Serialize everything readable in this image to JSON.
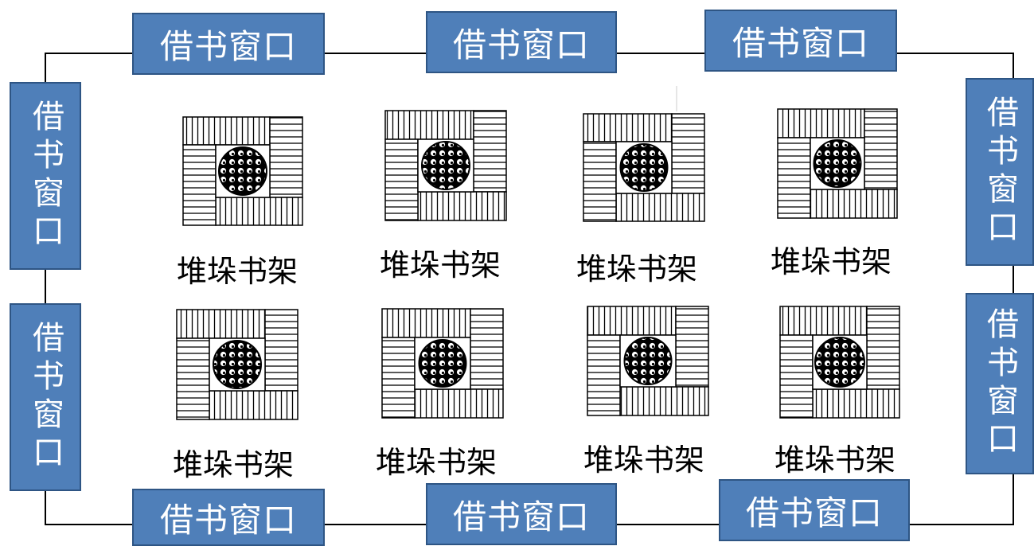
{
  "window_label": "借书窗口",
  "shelf_label": "堆垛书架",
  "windows": {
    "top": [
      "借书窗口",
      "借书窗口",
      "借书窗口"
    ],
    "bottom": [
      "借书窗口",
      "借书窗口",
      "借书窗口"
    ],
    "left": [
      "借书窗口",
      "借书窗口"
    ],
    "right": [
      "借书窗口",
      "借书窗口"
    ]
  },
  "shelves": {
    "row1": [
      "堆垛书架",
      "堆垛书架",
      "堆垛书架",
      "堆垛书架"
    ],
    "row2": [
      "堆垛书架",
      "堆垛书架",
      "堆垛书架",
      "堆垛书架"
    ]
  },
  "colors": {
    "window_fill": "#4f7fb9",
    "window_border": "#2e5584",
    "window_text": "#ffffff",
    "line": "#000000"
  }
}
